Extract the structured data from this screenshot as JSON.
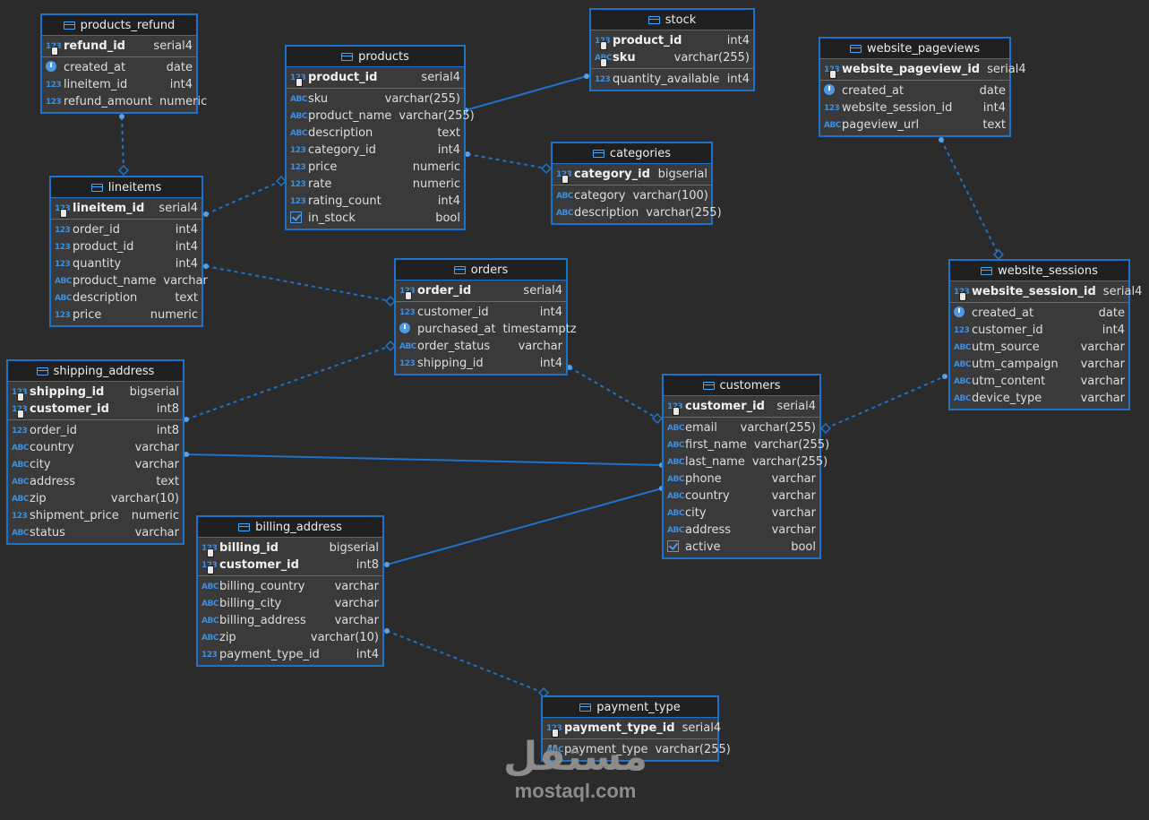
{
  "tables": [
    {
      "id": "products_refund",
      "name": "products_refund",
      "pk": [
        {
          "name": "refund_id",
          "type": "serial4",
          "kind": "num"
        }
      ],
      "cols": [
        {
          "name": "created_at",
          "type": "date",
          "kind": "date"
        },
        {
          "name": "lineitem_id",
          "type": "int4",
          "kind": "num"
        },
        {
          "name": "refund_amount",
          "type": "numeric",
          "kind": "num"
        }
      ]
    },
    {
      "id": "products",
      "name": "products",
      "pk": [
        {
          "name": "product_id",
          "type": "serial4",
          "kind": "num"
        }
      ],
      "cols": [
        {
          "name": "sku",
          "type": "varchar(255)",
          "kind": "text"
        },
        {
          "name": "product_name",
          "type": "varchar(255)",
          "kind": "text"
        },
        {
          "name": "description",
          "type": "text",
          "kind": "text"
        },
        {
          "name": "category_id",
          "type": "int4",
          "kind": "num"
        },
        {
          "name": "price",
          "type": "numeric",
          "kind": "num"
        },
        {
          "name": "rate",
          "type": "numeric",
          "kind": "num"
        },
        {
          "name": "rating_count",
          "type": "int4",
          "kind": "num"
        },
        {
          "name": "in_stock",
          "type": "bool",
          "kind": "bool"
        }
      ]
    },
    {
      "id": "stock",
      "name": "stock",
      "pk": [
        {
          "name": "product_id",
          "type": "int4",
          "kind": "num"
        },
        {
          "name": "sku",
          "type": "varchar(255)",
          "kind": "text"
        }
      ],
      "cols": [
        {
          "name": "quantity_available",
          "type": "int4",
          "kind": "num"
        }
      ]
    },
    {
      "id": "website_pageviews",
      "name": "website_pageviews",
      "pk": [
        {
          "name": "website_pageview_id",
          "type": "serial4",
          "kind": "num"
        }
      ],
      "cols": [
        {
          "name": "created_at",
          "type": "date",
          "kind": "date"
        },
        {
          "name": "website_session_id",
          "type": "int4",
          "kind": "num"
        },
        {
          "name": "pageview_url",
          "type": "text",
          "kind": "text"
        }
      ]
    },
    {
      "id": "categories",
      "name": "categories",
      "pk": [
        {
          "name": "category_id",
          "type": "bigserial",
          "kind": "num"
        }
      ],
      "cols": [
        {
          "name": "category",
          "type": "varchar(100)",
          "kind": "text"
        },
        {
          "name": "description",
          "type": "varchar(255)",
          "kind": "text"
        }
      ]
    },
    {
      "id": "lineitems",
      "name": "lineitems",
      "pk": [
        {
          "name": "lineitem_id",
          "type": "serial4",
          "kind": "num"
        }
      ],
      "cols": [
        {
          "name": "order_id",
          "type": "int4",
          "kind": "num"
        },
        {
          "name": "product_id",
          "type": "int4",
          "kind": "num"
        },
        {
          "name": "quantity",
          "type": "int4",
          "kind": "num"
        },
        {
          "name": "product_name",
          "type": "varchar",
          "kind": "text"
        },
        {
          "name": "description",
          "type": "text",
          "kind": "text"
        },
        {
          "name": "price",
          "type": "numeric",
          "kind": "num"
        }
      ]
    },
    {
      "id": "orders",
      "name": "orders",
      "pk": [
        {
          "name": "order_id",
          "type": "serial4",
          "kind": "num"
        }
      ],
      "cols": [
        {
          "name": "customer_id",
          "type": "int4",
          "kind": "num"
        },
        {
          "name": "purchased_at",
          "type": "timestamptz",
          "kind": "date"
        },
        {
          "name": "order_status",
          "type": "varchar",
          "kind": "text"
        },
        {
          "name": "shipping_id",
          "type": "int4",
          "kind": "num"
        }
      ]
    },
    {
      "id": "website_sessions",
      "name": "website_sessions",
      "pk": [
        {
          "name": "website_session_id",
          "type": "serial4",
          "kind": "num"
        }
      ],
      "cols": [
        {
          "name": "created_at",
          "type": "date",
          "kind": "date"
        },
        {
          "name": "customer_id",
          "type": "int4",
          "kind": "num"
        },
        {
          "name": "utm_source",
          "type": "varchar",
          "kind": "text"
        },
        {
          "name": "utm_campaign",
          "type": "varchar",
          "kind": "text"
        },
        {
          "name": "utm_content",
          "type": "varchar",
          "kind": "text"
        },
        {
          "name": "device_type",
          "type": "varchar",
          "kind": "text"
        }
      ]
    },
    {
      "id": "shipping_address",
      "name": "shipping_address",
      "pk": [
        {
          "name": "shipping_id",
          "type": "bigserial",
          "kind": "num"
        },
        {
          "name": "customer_id",
          "type": "int8",
          "kind": "num"
        }
      ],
      "cols": [
        {
          "name": "order_id",
          "type": "int8",
          "kind": "num"
        },
        {
          "name": "country",
          "type": "varchar",
          "kind": "text"
        },
        {
          "name": "city",
          "type": "varchar",
          "kind": "text"
        },
        {
          "name": "address",
          "type": "text",
          "kind": "text"
        },
        {
          "name": "zip",
          "type": "varchar(10)",
          "kind": "text"
        },
        {
          "name": "shipment_price",
          "type": "numeric",
          "kind": "num"
        },
        {
          "name": "status",
          "type": "varchar",
          "kind": "text"
        }
      ]
    },
    {
      "id": "customers",
      "name": "customers",
      "pk": [
        {
          "name": "customer_id",
          "type": "serial4",
          "kind": "num"
        }
      ],
      "cols": [
        {
          "name": "email",
          "type": "varchar(255)",
          "kind": "text"
        },
        {
          "name": "first_name",
          "type": "varchar(255)",
          "kind": "text"
        },
        {
          "name": "last_name",
          "type": "varchar(255)",
          "kind": "text"
        },
        {
          "name": "phone",
          "type": "varchar",
          "kind": "text"
        },
        {
          "name": "country",
          "type": "varchar",
          "kind": "text"
        },
        {
          "name": "city",
          "type": "varchar",
          "kind": "text"
        },
        {
          "name": "address",
          "type": "varchar",
          "kind": "text"
        },
        {
          "name": "active",
          "type": "bool",
          "kind": "bool"
        }
      ]
    },
    {
      "id": "billing_address",
      "name": "billing_address",
      "pk": [
        {
          "name": "billing_id",
          "type": "bigserial",
          "kind": "num"
        },
        {
          "name": "customer_id",
          "type": "int8",
          "kind": "num"
        }
      ],
      "cols": [
        {
          "name": "billing_country",
          "type": "varchar",
          "kind": "text"
        },
        {
          "name": "billing_city",
          "type": "varchar",
          "kind": "text"
        },
        {
          "name": "billing_address",
          "type": "varchar",
          "kind": "text"
        },
        {
          "name": "zip",
          "type": "varchar(10)",
          "kind": "text"
        },
        {
          "name": "payment_type_id",
          "type": "int4",
          "kind": "num"
        }
      ]
    },
    {
      "id": "payment_type",
      "name": "payment_type",
      "pk": [
        {
          "name": "payment_type_id",
          "type": "serial4",
          "kind": "num"
        }
      ],
      "cols": [
        {
          "name": "payment_type",
          "type": "varchar(255)",
          "kind": "text"
        }
      ]
    }
  ],
  "relationships": [
    {
      "from": "lineitems",
      "to": "products_refund",
      "style": "dashed"
    },
    {
      "from": "lineitems",
      "to": "products",
      "style": "dashed"
    },
    {
      "from": "lineitems",
      "to": "orders",
      "style": "dashed"
    },
    {
      "from": "products",
      "to": "stock",
      "style": "solid"
    },
    {
      "from": "products",
      "to": "categories",
      "style": "dashed"
    },
    {
      "from": "website_pageviews",
      "to": "website_sessions",
      "style": "dashed"
    },
    {
      "from": "shipping_address",
      "to": "orders",
      "style": "dashed"
    },
    {
      "from": "orders",
      "to": "customers",
      "style": "dashed"
    },
    {
      "from": "customers",
      "to": "website_sessions",
      "style": "dashed"
    },
    {
      "from": "shipping_address",
      "to": "customers",
      "style": "solid"
    },
    {
      "from": "billing_address",
      "to": "customers",
      "style": "solid"
    },
    {
      "from": "billing_address",
      "to": "payment_type",
      "style": "dashed"
    }
  ],
  "icons": {
    "number": "123",
    "text": "ABC",
    "date": "clock-icon",
    "bool": "checkbox-icon",
    "table": "table-icon",
    "key": "key-icon"
  },
  "colors": {
    "background": "#2b2b2b",
    "border": "#1e72c8",
    "header": "#202020",
    "body": "#3a3a3a",
    "type_icon": "#3d8fe0",
    "link": "#1e72c8"
  },
  "watermark": {
    "arabic": "مستقل",
    "latin": "mostaql.com"
  }
}
